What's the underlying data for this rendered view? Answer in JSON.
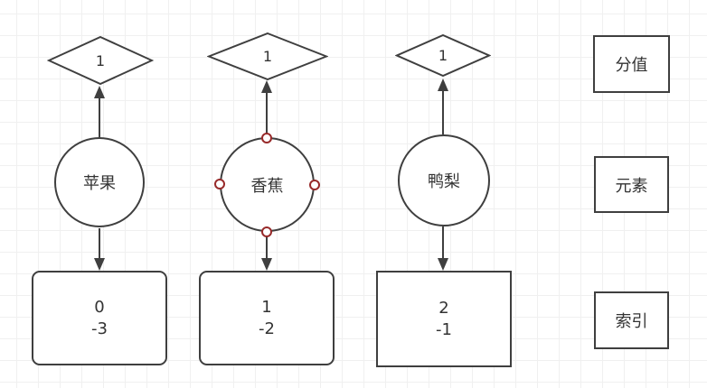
{
  "diagram": {
    "columns": [
      {
        "score": "1",
        "element": "苹果",
        "index": "0",
        "neg_index": "-3"
      },
      {
        "score": "1",
        "element": "香蕉",
        "index": "1",
        "neg_index": "-2"
      },
      {
        "score": "1",
        "element": "鸭梨",
        "index": "2",
        "neg_index": "-1"
      }
    ],
    "legend": {
      "score_label": "分值",
      "element_label": "元素",
      "index_label": "索引"
    },
    "colors": {
      "stroke": "#3f3f3f",
      "text": "#333333",
      "grid_line": "#f0f0f0",
      "background": "#ffffff",
      "connection_handle": "#982a2a"
    }
  }
}
